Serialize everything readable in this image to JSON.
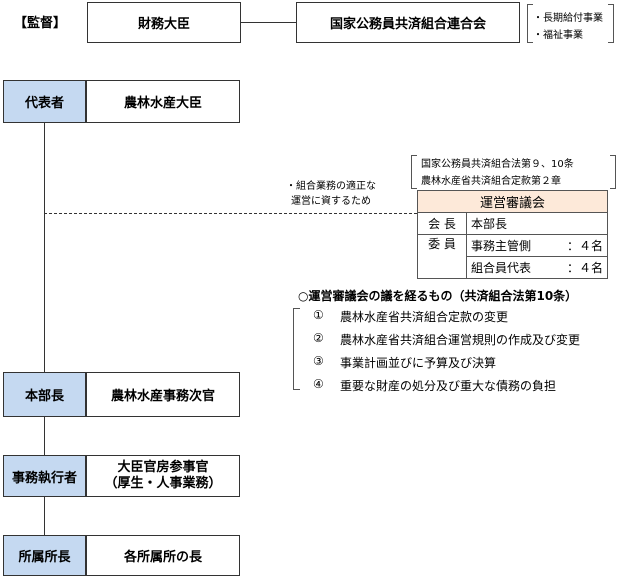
{
  "supervision": {
    "label": "【監督】",
    "minister": "財務大臣",
    "federation": "国家公務員共済組合連合会",
    "projects": [
      "・長期給付事業",
      "・福祉事業"
    ]
  },
  "representative": {
    "role": "代表者",
    "name": "農林水産大臣"
  },
  "purpose_note": [
    "・組合業務の適正な",
    "運営に資するため"
  ],
  "legal_basis": [
    "国家公務員共済組合法第９、10条",
    "農林水産省共済組合定款第２章"
  ],
  "council": {
    "title": "運営審議会",
    "rows": [
      {
        "role": "会 長",
        "member": "本部長",
        "count": ""
      },
      {
        "role": "委 員",
        "member": "事務主管側",
        "count": "：４名"
      },
      {
        "role": "",
        "member": "組合員代表",
        "count": "：４名"
      }
    ]
  },
  "deliberation": {
    "heading": "○運営審議会の議を経るもの（共済組合法第10条）",
    "items": [
      {
        "num": "①",
        "text": "農林水産省共済組合定款の変更"
      },
      {
        "num": "②",
        "text": "農林水産省共済組合運営規則の作成及び変更"
      },
      {
        "num": "③",
        "text": "事業計画並びに予算及び決算"
      },
      {
        "num": "④",
        "text": "重要な財産の処分及び重大な債務の負担"
      }
    ]
  },
  "head_of_division": {
    "role": "本部長",
    "name": "農林水産事務次官"
  },
  "executive": {
    "role": "事務執行者",
    "name_line1": "大臣官房参事官",
    "name_line2": "（厚生・人事業務）"
  },
  "branch": {
    "role": "所属所長",
    "name": "各所属所の長"
  },
  "colors": {
    "role_fill": "#c5d9f1",
    "council_title_fill": "#fde9d9",
    "line": "#333333"
  }
}
